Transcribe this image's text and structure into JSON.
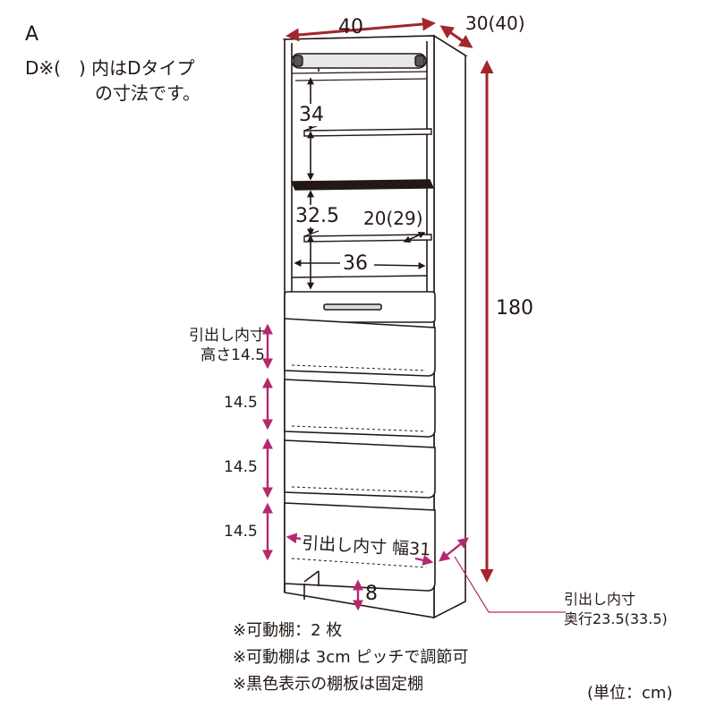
{
  "header": {
    "type_a": "A",
    "type_d": "D※(　) 内はDタイプ",
    "type_d_line2": "の寸法です。"
  },
  "dims": {
    "width": "40",
    "depth": "30(40)",
    "height": "180",
    "shelf_gap_top": "34",
    "shelf_gap_mid": "32.5",
    "shelf_depth": "20(29)",
    "inner_width": "36",
    "drawer_height_label_1": "引出し内寸",
    "drawer_height_label_2": "高さ14.5",
    "drawer_height_2": "14.5",
    "drawer_height_3": "14.5",
    "drawer_height_4": "14.5",
    "drawer_inner_width": "引出し内寸 幅31",
    "base_height": "8",
    "drawer_depth_label_1": "引出し内寸",
    "drawer_depth_label_2": "奥行23.5(33.5)"
  },
  "notes": [
    "※可動棚：2 枚",
    "※可動棚は 3cm ピッチで調節可",
    "※黒色表示の棚板は固定棚"
  ],
  "unit": "(単位：cm)",
  "colors": {
    "dimension_red": "#a3262a",
    "dimension_magenta": "#b5286f",
    "outline": "#231815",
    "fixed_shelf": "#231815"
  }
}
